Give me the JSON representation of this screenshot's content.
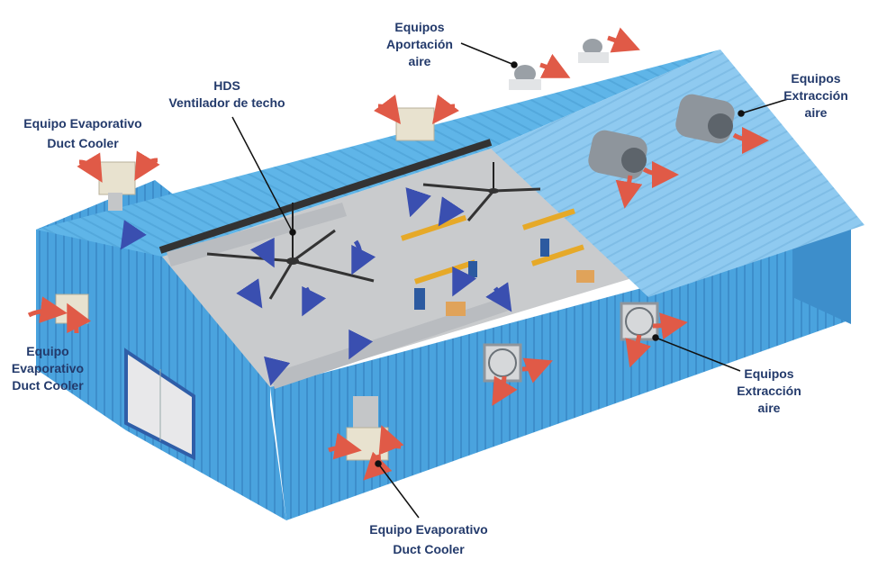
{
  "labels": {
    "supply_top": [
      "Equipos",
      "Aportación",
      "aire"
    ],
    "hds": [
      "HDS",
      "Ventilador de techo"
    ],
    "extract_top": [
      "Equipos",
      "Extracción",
      "aire"
    ],
    "cooler_top_left": [
      "Equipo Evaporativo",
      "Duct Cooler"
    ],
    "cooler_left": [
      "Equipo",
      "Evaporativo",
      "Duct Cooler"
    ],
    "extract_right": [
      "Equipos",
      "Extracción",
      "aire"
    ],
    "cooler_bottom": [
      "Equipo Evaporativo",
      "Duct Cooler"
    ]
  },
  "colors": {
    "wall": "#4aa3de",
    "wall_dark": "#3d8ecb",
    "roof": "#5fb5e8",
    "roof_light": "#9fd3f2",
    "floor": "#c9cbcd",
    "label_text": "#233a6b",
    "hot_arrow": "#e05a47",
    "cool_arrow": "#3a4fb0",
    "equipment": "#e8e2cf",
    "fan_unit": "#9aa0a6"
  }
}
